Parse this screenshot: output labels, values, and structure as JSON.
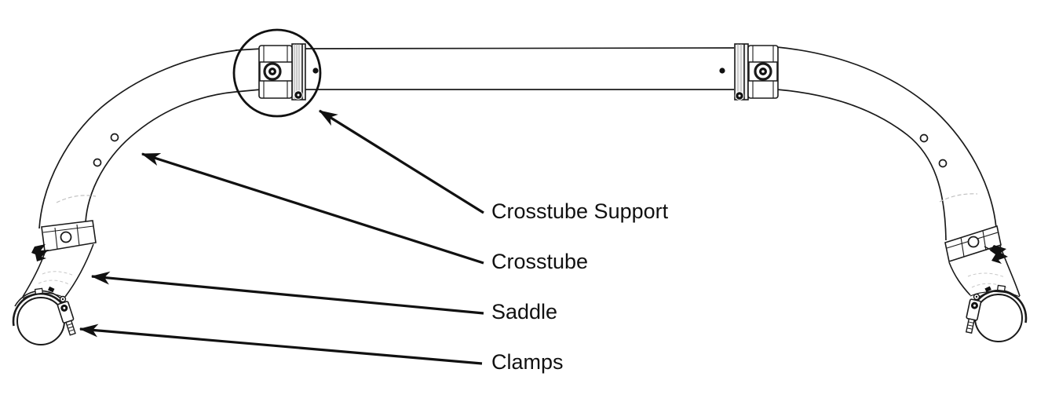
{
  "diagram": {
    "labels": {
      "crosstube_support": "Crosstube Support",
      "crosstube": "Crosstube",
      "saddle": "Saddle",
      "clamps": "Clamps"
    },
    "colors": {
      "line": "#111111",
      "background": "#ffffff",
      "hinge_fill": "#f0f0f0",
      "faint_seam": "#c0c0c0"
    }
  }
}
